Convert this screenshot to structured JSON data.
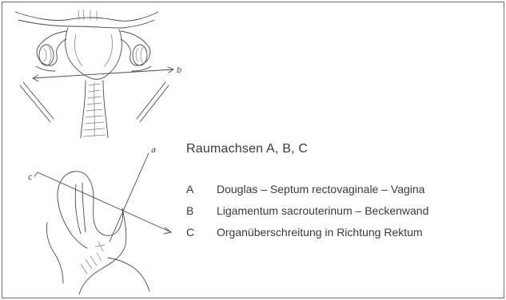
{
  "figure": {
    "heading": "Raumachsen A, B, C",
    "sketch_labels": {
      "top_axis": "b",
      "bottom_axis_a": "a",
      "bottom_axis_c": "c"
    },
    "legend": [
      {
        "key": "A",
        "text": "Douglas – Septum rectovaginale – Vagina"
      },
      {
        "key": "B",
        "text": "Ligamentum sacrouterinum – Beckenwand"
      },
      {
        "key": "C",
        "text": "Organüberschreitung in Richtung Rektum"
      }
    ]
  }
}
